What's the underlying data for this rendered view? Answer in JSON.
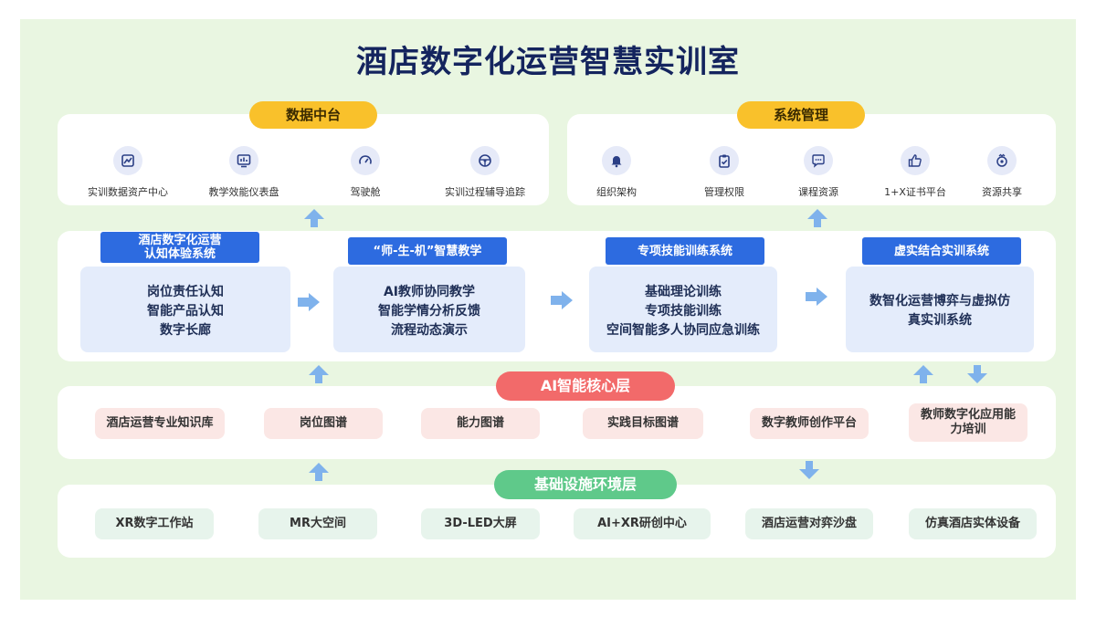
{
  "title": "酒店数字化运营智慧实训室",
  "data_center": {
    "label": "数据中台",
    "items": [
      {
        "icon": "chart-icon",
        "label": "实训数据资产中心"
      },
      {
        "icon": "dashboard-icon",
        "label": "教学效能仪表盘"
      },
      {
        "icon": "gauge-icon",
        "label": "驾驶舱"
      },
      {
        "icon": "steering-wheel-icon",
        "label": "实训过程辅导追踪"
      }
    ]
  },
  "system_mgmt": {
    "label": "系统管理",
    "items": [
      {
        "icon": "bell-icon",
        "label": "组织架构"
      },
      {
        "icon": "clipboard-check-icon",
        "label": "管理权限"
      },
      {
        "icon": "chat-icon",
        "label": "课程资源"
      },
      {
        "icon": "thumbs-up-icon",
        "label": "1+X证书平台"
      },
      {
        "icon": "share-icon",
        "label": "资源共享"
      }
    ]
  },
  "modules": [
    {
      "head": "酒店数字化运营\n认知体验系统",
      "lines": [
        "岗位责任认知",
        "智能产品认知",
        "数字长廊"
      ]
    },
    {
      "head": "“师-生-机”智慧教学",
      "lines": [
        "AI教师协同教学",
        "智能学情分析反馈",
        "流程动态演示"
      ]
    },
    {
      "head": "专项技能训练系统",
      "lines": [
        "基础理论训练",
        "专项技能训练",
        "空间智能多人协同应急训练"
      ]
    },
    {
      "head": "虚实结合实训系统",
      "lines": [
        "数智化运营博弈与虚拟仿",
        "真实训系统"
      ]
    }
  ],
  "ai_core": {
    "label": "AI智能核心层",
    "items": [
      "酒店运营专业知识库",
      "岗位图谱",
      "能力图谱",
      "实践目标图谱",
      "数字教师创作平台",
      "教师数字化应用能\n力培训"
    ]
  },
  "infra": {
    "label": "基础设施环境层",
    "items": [
      "XR数字工作站",
      "MR大空间",
      "3D-LED大屏",
      "AI+XR研创中心",
      "酒店运营对弈沙盘",
      "仿真酒店实体设备"
    ]
  },
  "colors": {
    "title": "#14245e",
    "background": "#e9f6e1",
    "module_head": "#2d6be0",
    "module_body": "#e4ecfb",
    "pill_yellow": "#f9c12b",
    "pill_red": "#f26a6a",
    "pill_green": "#5fc98a",
    "arrow": "#7fb2ec"
  }
}
